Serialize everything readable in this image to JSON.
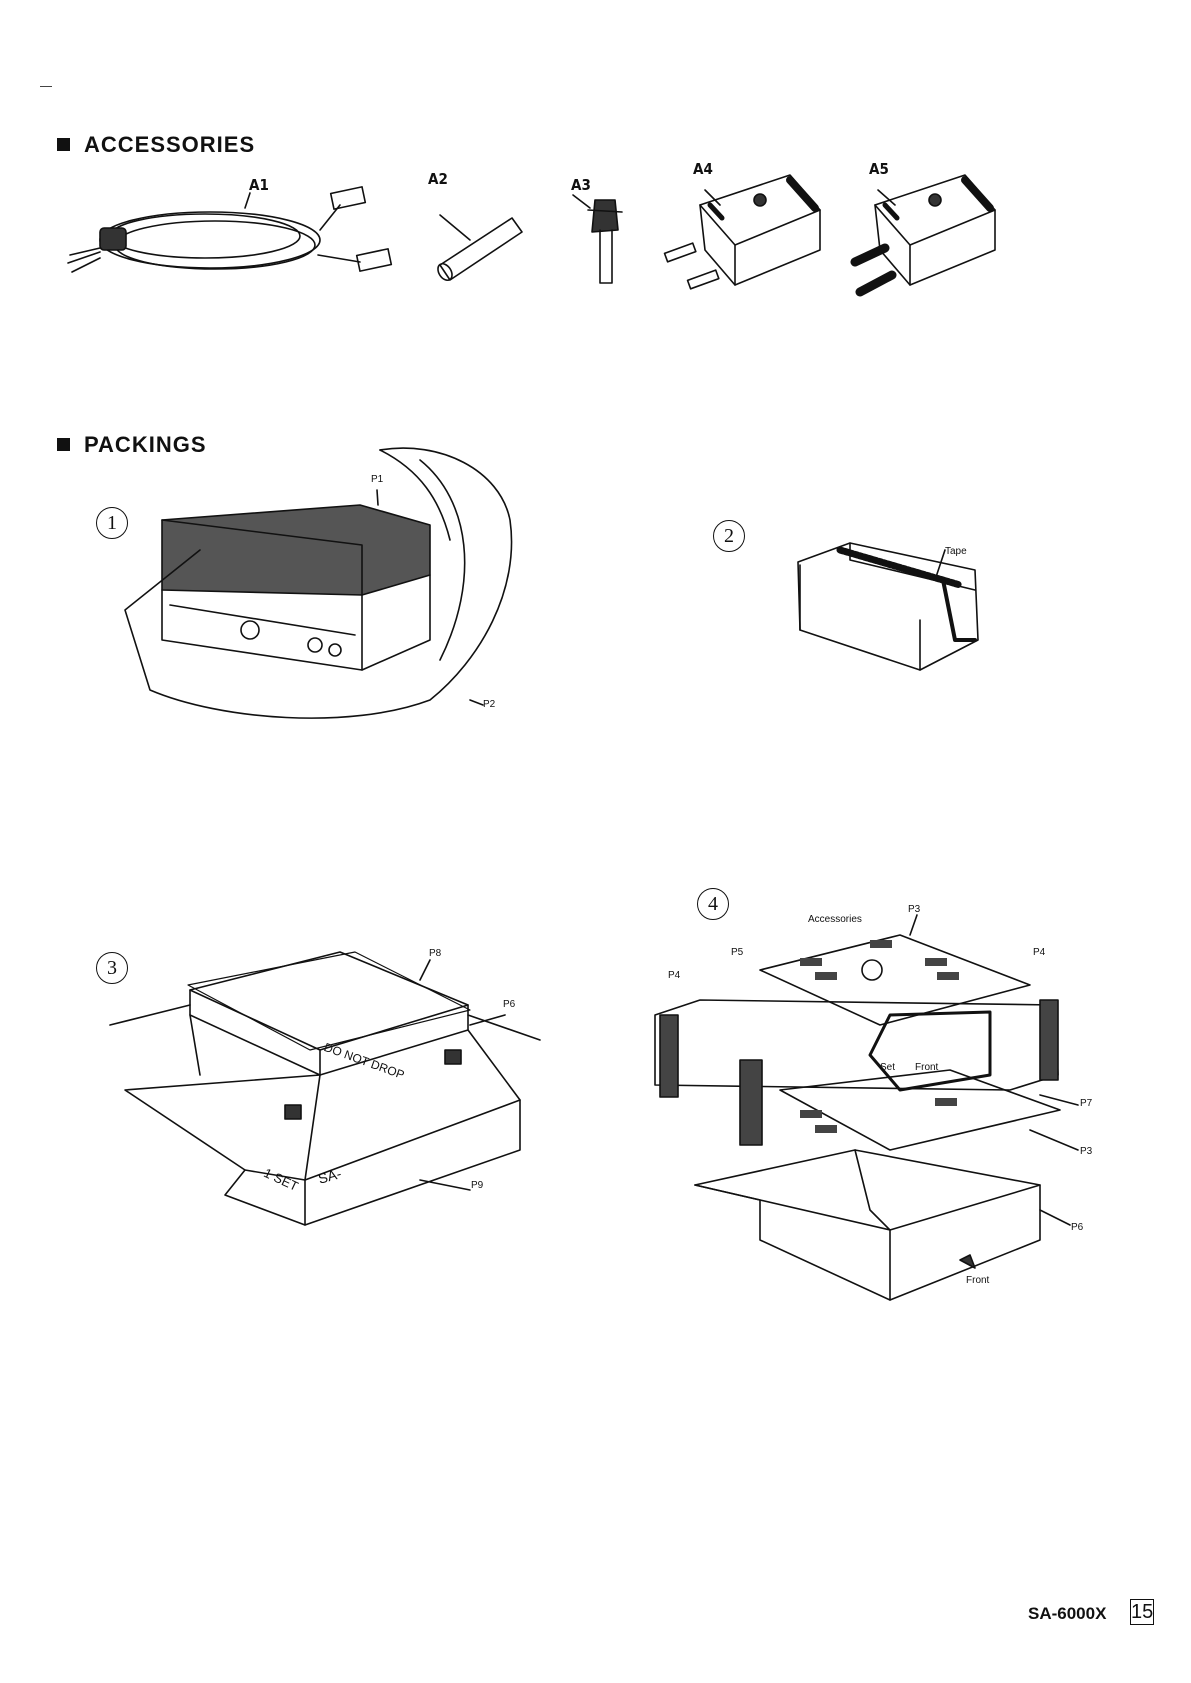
{
  "sections": {
    "accessories": "ACCESSORIES",
    "packings": "PACKINGS"
  },
  "accessory_labels": [
    "A1",
    "A2",
    "A3",
    "A4",
    "A5"
  ],
  "step_markers": [
    "1",
    "2",
    "3",
    "4"
  ],
  "step1": {
    "labels": [
      "P1",
      "P2"
    ]
  },
  "step2": {
    "tape": "Tape"
  },
  "step3": {
    "labels": [
      "P8",
      "P6",
      "P9"
    ],
    "box_text": "DO NOT DROP",
    "side_text_1": "1 SET",
    "side_text_2": "SA-"
  },
  "step4": {
    "accessories": "Accessories",
    "labels": [
      "P3",
      "P4",
      "P5",
      "P4",
      "P7",
      "P3",
      "P6"
    ],
    "set": "Set",
    "set_front": "Front",
    "front": "Front"
  },
  "footer": {
    "model": "SA-6000X",
    "page": "15"
  }
}
